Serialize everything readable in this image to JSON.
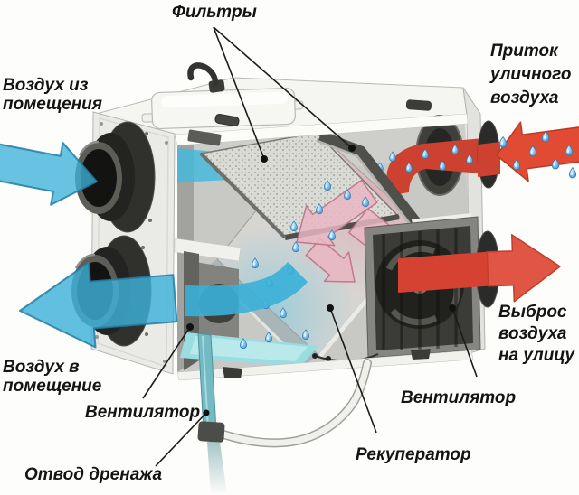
{
  "diagram": {
    "labels": {
      "filters": "Фильтры",
      "street_air_intake": {
        "lines": [
          "Приток",
          "уличного",
          "воздуха"
        ]
      },
      "air_from_room": {
        "lines": [
          "Воздух из",
          "помещения"
        ]
      },
      "air_to_room": {
        "lines": [
          "Воздух в",
          "помещение"
        ]
      },
      "fan_left": "Вентилятор",
      "fan_right": "Вентилятор",
      "drain_outlet": "Отвод дренажа",
      "recuperator": "Рекуператор",
      "air_exhaust_to_street": {
        "lines": [
          "Выброс",
          "воздуха",
          "на улицу"
        ]
      }
    },
    "colors": {
      "exhaust_room_air_arrow": "#3eb1d9",
      "street_supply_air_arrow": "#e14b34",
      "warmed_stream_pink": "#e9b6c3",
      "condensate_droplet": "#4d9fd8",
      "drain_water": "#9adde0",
      "label_text": "#141414"
    }
  }
}
